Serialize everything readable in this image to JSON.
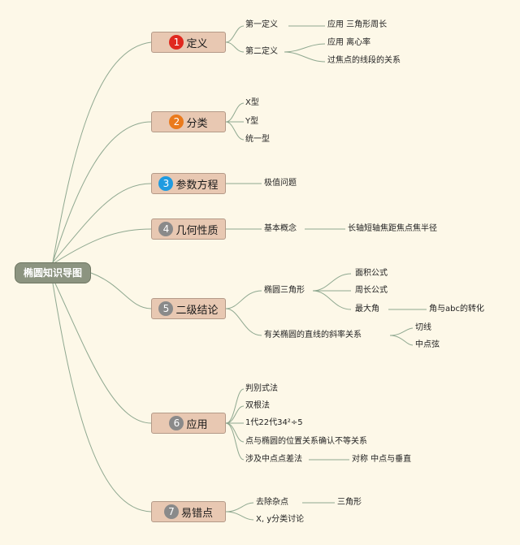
{
  "root": {
    "label": "椭圆知识导图"
  },
  "colors": {
    "badge_red": "#e0281e",
    "badge_orange": "#ea7a1c",
    "badge_blue": "#1f9be0",
    "badge_gray": "#8a8a8a"
  },
  "branches": [
    {
      "num": "1",
      "label": "定义"
    },
    {
      "num": "2",
      "label": "分类"
    },
    {
      "num": "3",
      "label": "参数方程"
    },
    {
      "num": "4",
      "label": "几何性质"
    },
    {
      "num": "5",
      "label": "二级结论"
    },
    {
      "num": "6",
      "label": "应用"
    },
    {
      "num": "7",
      "label": "易错点"
    }
  ],
  "leaves": {
    "def_first": "第一定义",
    "def_first_app": "应用 三角形周长",
    "def_second": "第二定义",
    "def_second_ecc": "应用 离心率",
    "def_second_focal": "过焦点的线段的关系",
    "cls_x": "X型",
    "cls_y": "Y型",
    "cls_unified": "统一型",
    "param_extreme": "极值问题",
    "geo_basic": "基本概念",
    "geo_terms": "长轴短轴焦距焦点焦半径",
    "sec_triangle": "椭圆三角形",
    "sec_area": "面积公式",
    "sec_perimeter": "周长公式",
    "sec_maxangle": "最大角",
    "sec_angle_abc": "角与abc的转化",
    "sec_slope": "有关椭圆的直线的斜率关系",
    "sec_tangent": "切线",
    "sec_midchord": "中点弦",
    "app_discriminant": "判别式法",
    "app_double_root": "双根法",
    "app_substitute": "1代22代34²÷5",
    "app_position": "点与椭圆的位置关系确认不等关系",
    "app_midpoint": "涉及中点点差法",
    "app_symmetry": "对称 中点与垂直",
    "err_remove": "去除杂点",
    "err_triangle": "三角形",
    "err_xy": "X, y分类讨论"
  }
}
